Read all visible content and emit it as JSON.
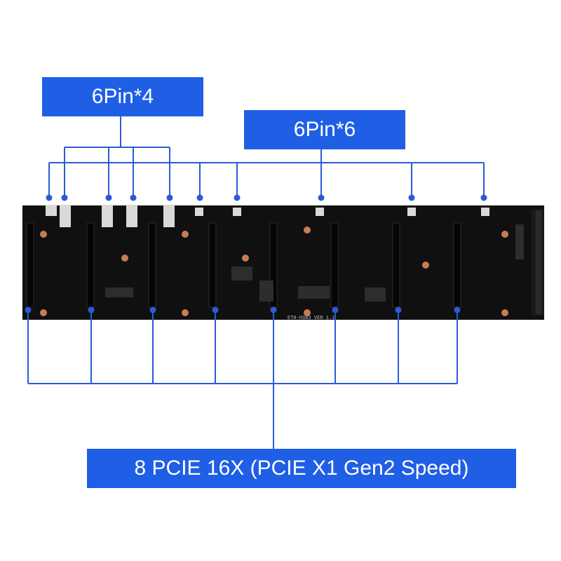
{
  "labels": {
    "six_pin_x4": "6Pin*4",
    "six_pin_x6": "6Pin*6",
    "pcie_slots": "8 PCIE 16X (PCIE X1 Gen2 Speed)"
  },
  "board_silkscreen": "ETH-HSB3 VER 1.1",
  "colors": {
    "callout_blue": "#1f5fe6",
    "line_blue": "#2a5bd7",
    "board": "#111111",
    "copper_pad": "#c77d52"
  }
}
